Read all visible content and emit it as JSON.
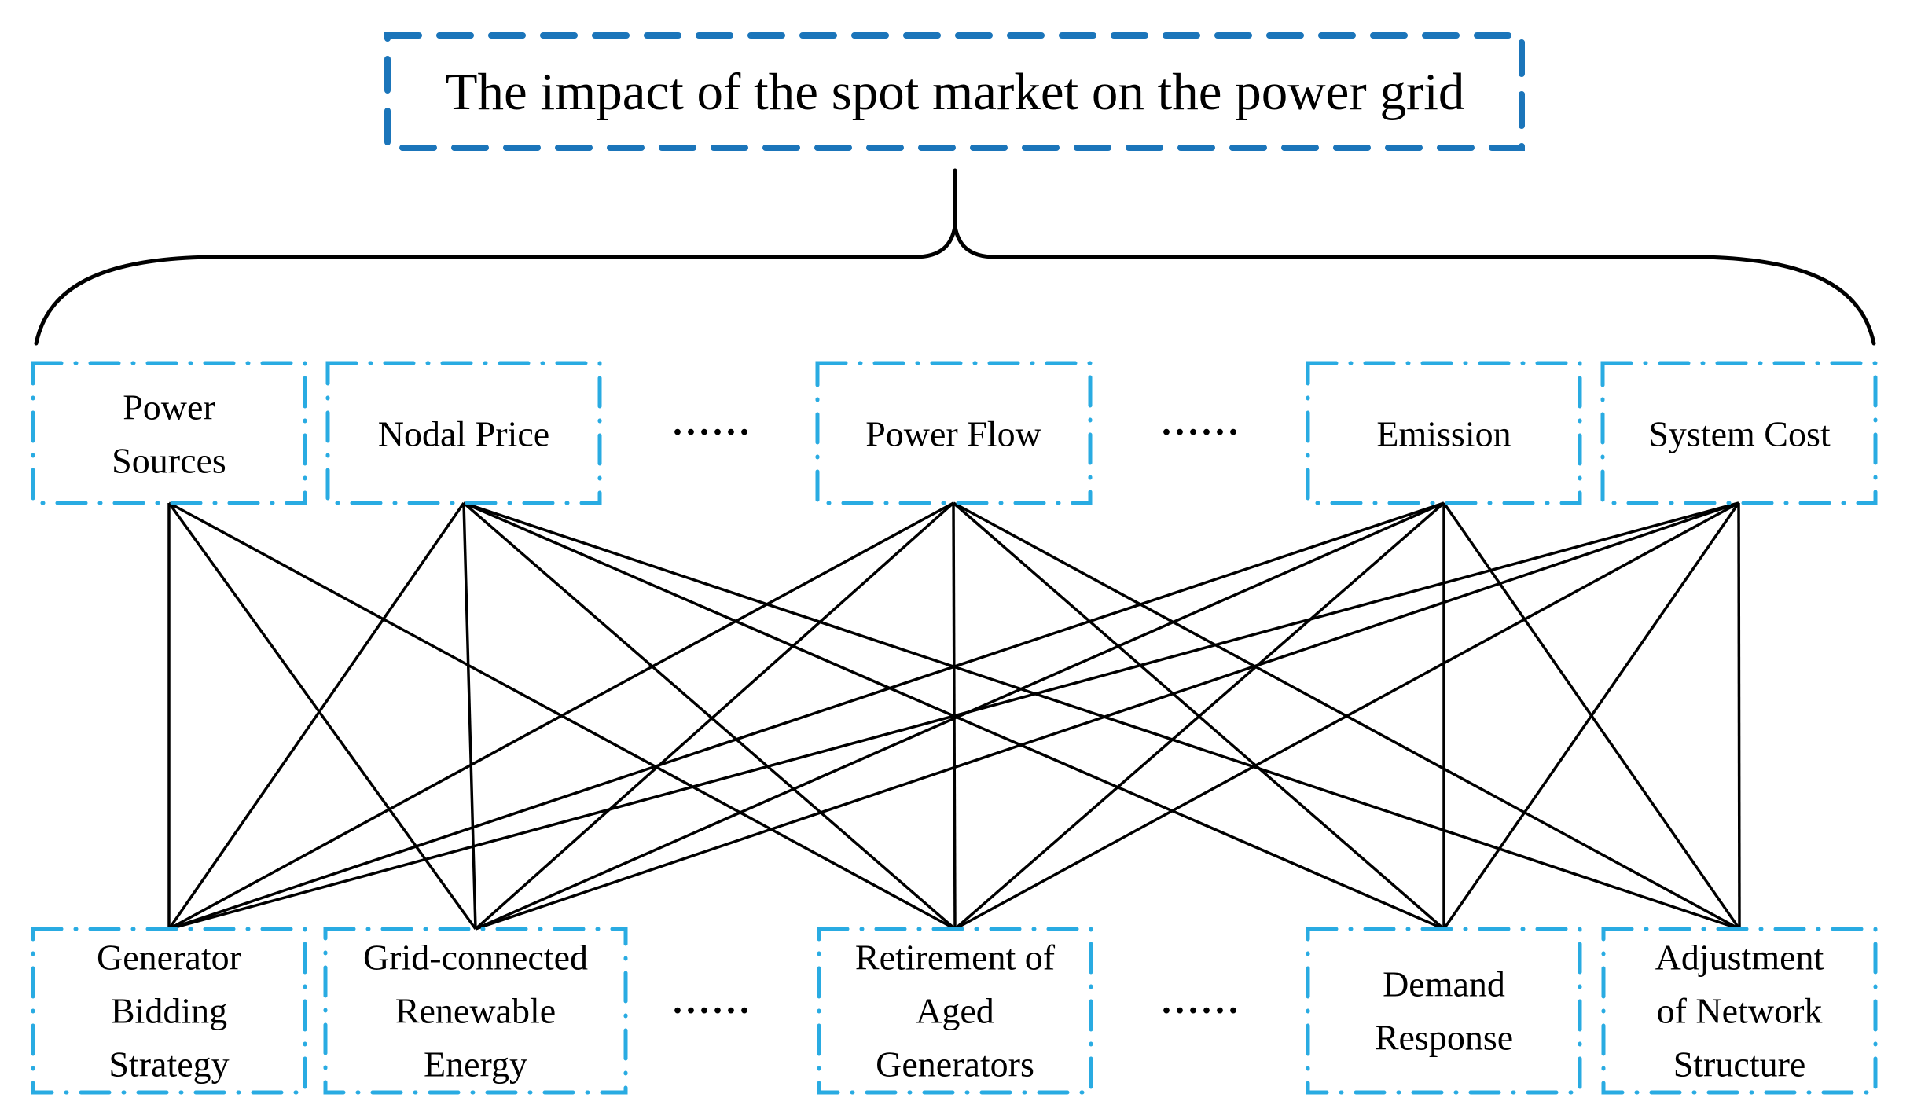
{
  "title": "The impact of the spot market on the power grid",
  "ellipsis": "······",
  "colors": {
    "title_box_blue": "#1B75BA",
    "node_box_cyan": "#29ABE2",
    "line_black": "#000000"
  },
  "top_nodes": [
    {
      "id": "power-sources",
      "lines": [
        "Power",
        "Sources"
      ]
    },
    {
      "id": "nodal-price",
      "lines": [
        "Nodal Price"
      ]
    },
    {
      "id": "power-flow",
      "lines": [
        "Power Flow"
      ]
    },
    {
      "id": "emission",
      "lines": [
        "Emission"
      ]
    },
    {
      "id": "system-cost",
      "lines": [
        "System Cost"
      ]
    }
  ],
  "bottom_nodes": [
    {
      "id": "generator-bidding-strategy",
      "lines": [
        "Generator",
        "Bidding",
        "Strategy"
      ]
    },
    {
      "id": "grid-connected-renewable-energy",
      "lines": [
        "Grid-connected",
        "Renewable",
        "Energy"
      ]
    },
    {
      "id": "retirement-of-aged-generators",
      "lines": [
        "Retirement of",
        "Aged",
        "Generators"
      ]
    },
    {
      "id": "demand-response",
      "lines": [
        "Demand",
        "Response"
      ]
    },
    {
      "id": "adjustment-of-network-structure",
      "lines": [
        "Adjustment",
        "of Network",
        "Structure"
      ]
    }
  ],
  "edges": [
    [
      "power-sources",
      "generator-bidding-strategy"
    ],
    [
      "power-sources",
      "grid-connected-renewable-energy"
    ],
    [
      "power-sources",
      "retirement-of-aged-generators"
    ],
    [
      "nodal-price",
      "generator-bidding-strategy"
    ],
    [
      "nodal-price",
      "grid-connected-renewable-energy"
    ],
    [
      "nodal-price",
      "retirement-of-aged-generators"
    ],
    [
      "nodal-price",
      "demand-response"
    ],
    [
      "nodal-price",
      "adjustment-of-network-structure"
    ],
    [
      "power-flow",
      "generator-bidding-strategy"
    ],
    [
      "power-flow",
      "grid-connected-renewable-energy"
    ],
    [
      "power-flow",
      "retirement-of-aged-generators"
    ],
    [
      "power-flow",
      "demand-response"
    ],
    [
      "power-flow",
      "adjustment-of-network-structure"
    ],
    [
      "emission",
      "generator-bidding-strategy"
    ],
    [
      "emission",
      "grid-connected-renewable-energy"
    ],
    [
      "emission",
      "retirement-of-aged-generators"
    ],
    [
      "emission",
      "demand-response"
    ],
    [
      "emission",
      "adjustment-of-network-structure"
    ],
    [
      "system-cost",
      "generator-bidding-strategy"
    ],
    [
      "system-cost",
      "grid-connected-renewable-energy"
    ],
    [
      "system-cost",
      "retirement-of-aged-generators"
    ],
    [
      "system-cost",
      "demand-response"
    ],
    [
      "system-cost",
      "adjustment-of-network-structure"
    ]
  ]
}
